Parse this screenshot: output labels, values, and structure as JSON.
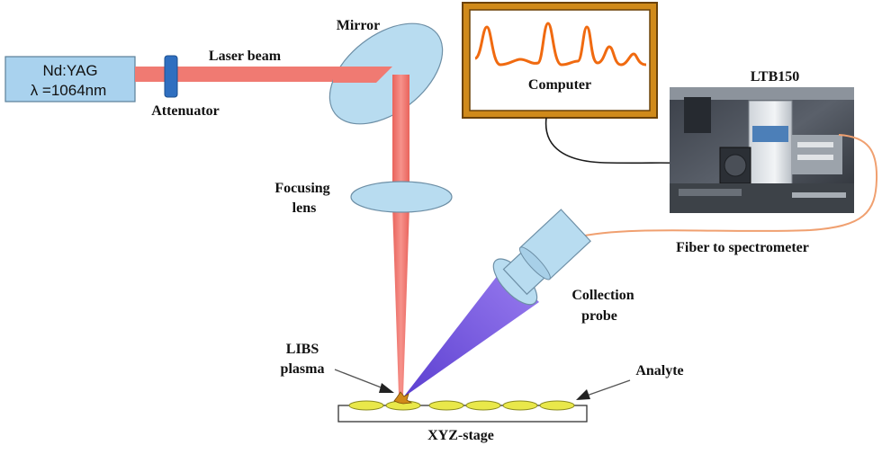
{
  "laser": {
    "line1": "Nd:YAG",
    "line2": "λ =1064nm",
    "color": "#a9d2ee"
  },
  "labels": {
    "attenuator": "Attenuator",
    "laser_beam": "Laser beam",
    "mirror": "Mirror",
    "focusing_line1": "Focusing",
    "focusing_line2": "lens",
    "computer": "Computer",
    "ltb": "LTB150",
    "fiber": "Fiber to spectrometer",
    "collection_line1": "Collection",
    "collection_line2": "probe",
    "libs_line1": "LIBS",
    "libs_line2": "plasma",
    "analyte": "Analyte",
    "stage": "XYZ-stage"
  },
  "colors": {
    "beam": "#f07a72",
    "optics": "#b8dcf0",
    "collection_cone": "#7c57e0",
    "monitor_frame": "#d08a1a",
    "spectrum": "#f06a10",
    "analyte": "#e9e84a",
    "fiber": "#f0a070"
  }
}
